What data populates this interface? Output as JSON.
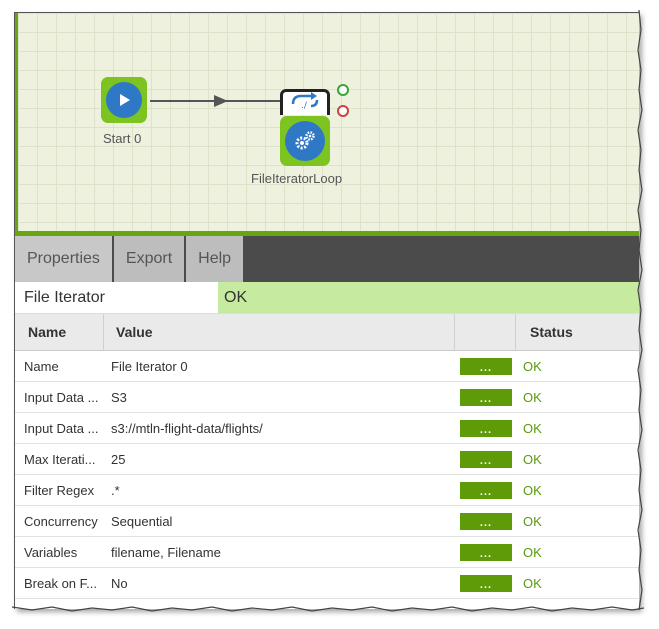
{
  "canvas": {
    "start_node": {
      "label": "Start 0",
      "icon": "play-icon"
    },
    "iterator_node": {
      "label": "FileIteratorLoop",
      "cap_icon": "loop-arrows-icon",
      "icon": "gears-icon"
    },
    "colors": {
      "node_green": "#7dc421",
      "node_blue": "#2e78c5",
      "canvas_bg": "#eef1de"
    }
  },
  "tabs": [
    {
      "label": "Properties"
    },
    {
      "label": "Export"
    },
    {
      "label": "Help"
    }
  ],
  "component": {
    "name": "File Iterator",
    "status": "OK"
  },
  "table": {
    "headers": {
      "name": "Name",
      "value": "Value",
      "status": "Status"
    },
    "button_label": "...",
    "rows": [
      {
        "name": "Name",
        "value": "File Iterator 0",
        "status": "OK"
      },
      {
        "name": "Input Data ...",
        "value": "S3",
        "status": "OK"
      },
      {
        "name": "Input Data ...",
        "value": "s3://mtln-flight-data/flights/",
        "status": "OK"
      },
      {
        "name": "Max Iterati...",
        "value": "25",
        "status": "OK"
      },
      {
        "name": "Filter Regex",
        "value": ".*",
        "status": "OK"
      },
      {
        "name": "Concurrency",
        "value": "Sequential",
        "status": "OK"
      },
      {
        "name": "Variables",
        "value": "filename, Filename",
        "status": "OK"
      },
      {
        "name": "Break on F...",
        "value": "No",
        "status": "OK"
      }
    ]
  }
}
